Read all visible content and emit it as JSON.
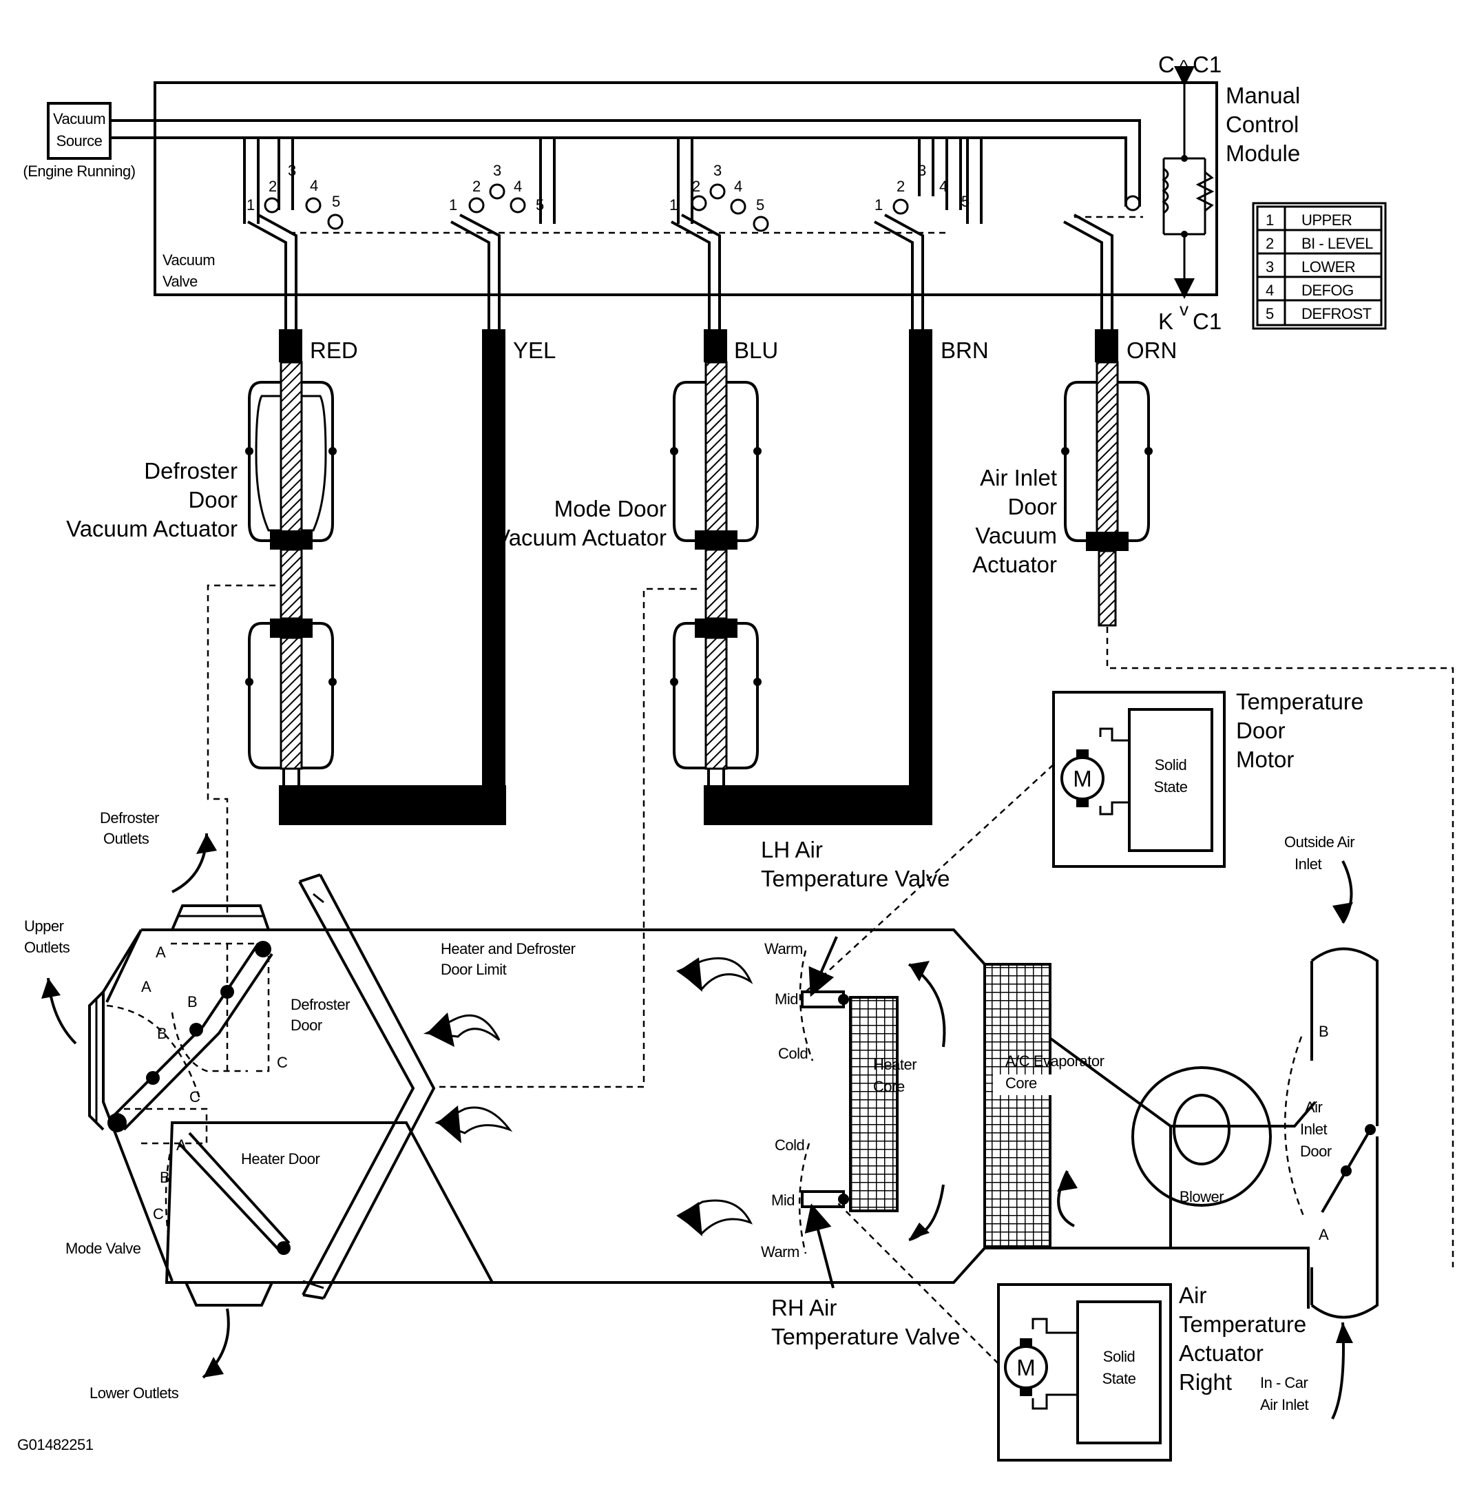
{
  "labels": {
    "vacuum_source": "Vacuum Source",
    "engine_running": "(Engine Running)",
    "vacuum_valve": "Vacuum Valve",
    "manual_control_module": "Manual Control Module",
    "connector_top_c": "C",
    "connector_top_c1": "C1",
    "connector_bottom_k": "K",
    "connector_bottom_c1": "C1",
    "hose_red": "RED",
    "hose_yel": "YEL",
    "hose_blu": "BLU",
    "hose_brn": "BRN",
    "hose_orn": "ORN",
    "defroster_actuator": "Defroster Door Vacuum Actuator",
    "mode_actuator": "Mode Door Vacuum Actuator",
    "air_inlet_actuator": "Air Inlet Door Vacuum Actuator",
    "temp_door_motor": "Temperature Door Motor",
    "solid_state": "Solid State",
    "motor_m": "M",
    "defroster_outlets": "Defroster Outlets",
    "upper_outlets": "Upper Outlets",
    "lower_outlets": "Lower Outlets",
    "heater_defroster_limit": "Heater and Defroster Door Limit",
    "defroster_door": "Defroster Door",
    "heater_door": "Heater Door",
    "mode_valve": "Mode Valve",
    "lh_air_temp_valve": "LH Air Temperature Valve",
    "rh_air_temp_valve": "RH Air Temperature Valve",
    "heater_core": "Heater Core",
    "ac_evaporator_core": "A/C Evaporator Core",
    "blower": "Blower",
    "outside_air_inlet": "Outside Air Inlet",
    "in_car_air_inlet": "In - Car Air Inlet",
    "air_inlet_door": "Air Inlet Door",
    "air_temp_actuator_right": "Air Temperature Actuator Right",
    "warm": "Warm",
    "mid": "Mid",
    "cold": "Cold",
    "pos_a": "A",
    "pos_b": "B",
    "pos_c": "C",
    "figure_id": "G01482251"
  },
  "port_numbers": [
    "1",
    "2",
    "3",
    "4",
    "5"
  ],
  "mode_legend": [
    {
      "num": "1",
      "mode": "UPPER"
    },
    {
      "num": "2",
      "mode": "BI - LEVEL"
    },
    {
      "num": "3",
      "mode": "LOWER"
    },
    {
      "num": "4",
      "mode": "DEFOG"
    },
    {
      "num": "5",
      "mode": "DEFROST"
    }
  ]
}
